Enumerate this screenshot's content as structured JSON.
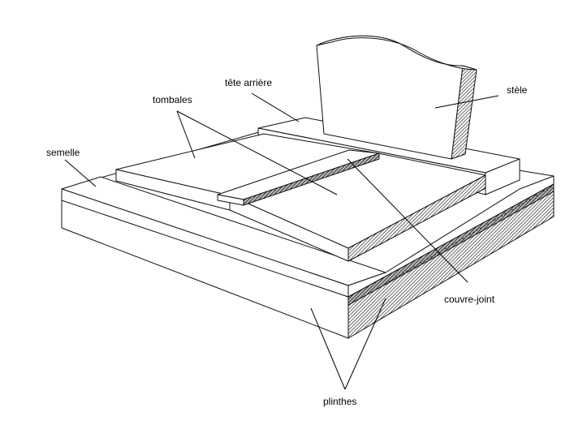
{
  "labels": {
    "tete_arriere": "tête arrière",
    "tombales": "tombales",
    "stele": "stèle",
    "semelle": "semelle",
    "couvre_joint": "couvre-joint",
    "plinthes": "plinthes"
  },
  "colors": {
    "background": "#ffffff",
    "outline": "#111111",
    "face": "#ffffff",
    "shadow_hatch": "#555555"
  }
}
